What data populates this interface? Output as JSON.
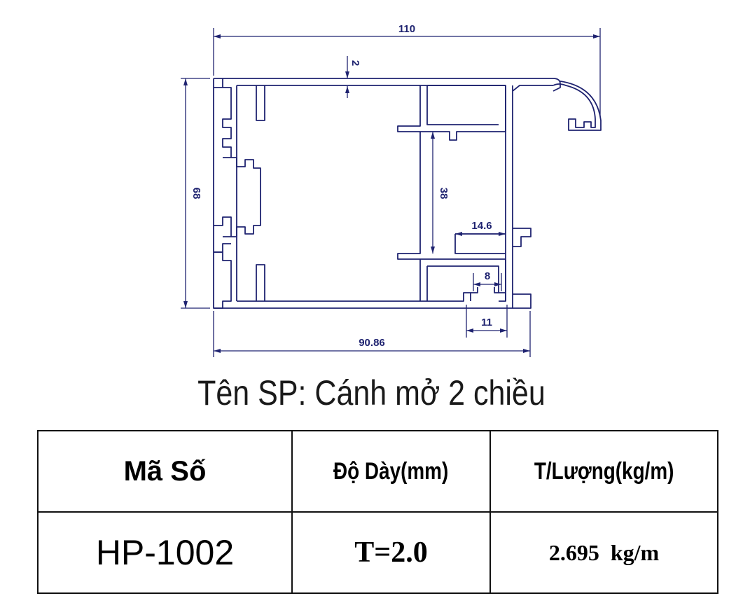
{
  "drawing": {
    "dimensions": {
      "overall_width": "110",
      "wall_thickness": "2",
      "height": "68",
      "chamber_height": "38",
      "slot_width": "14.6",
      "groove_width": "8",
      "groove_outer": "11",
      "bottom_width": "90.86"
    },
    "line_color": "#1f2370"
  },
  "title": "Tên SP: Cánh mở 2 chiều",
  "table": {
    "headers": {
      "code": "Mã Số",
      "thickness": "Độ Dày(mm)",
      "weight": "T/Lượng(kg/m)"
    },
    "row": {
      "code": "HP-1002",
      "thickness": "T=2.0",
      "weight": "2.695  kg/m"
    }
  }
}
